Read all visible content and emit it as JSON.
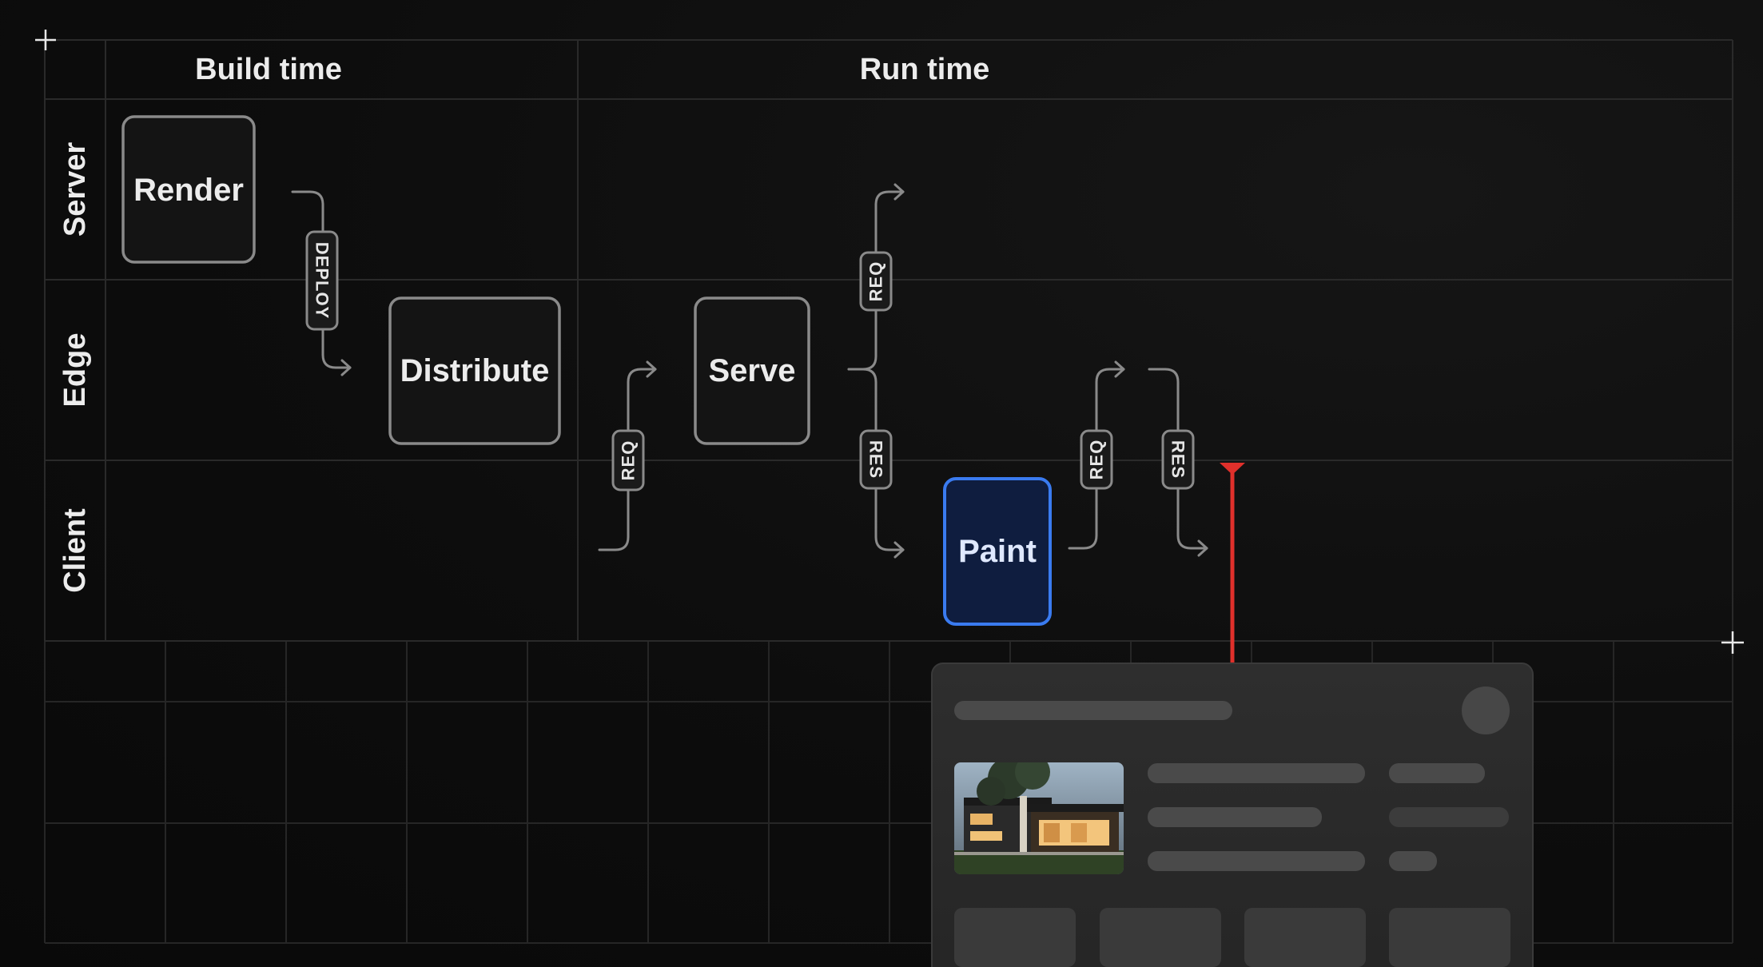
{
  "columns": {
    "build_time": "Build time",
    "run_time": "Run time"
  },
  "rows": {
    "server": "Server",
    "edge": "Edge",
    "client": "Client"
  },
  "nodes": {
    "render": "Render",
    "distribute": "Distribute",
    "serve": "Serve",
    "paint": "Paint"
  },
  "tags": {
    "deploy": "DEPLOY",
    "req_1": "REQ",
    "req_2": "REQ",
    "res_1": "RES",
    "req_3": "REQ",
    "res_2": "RES"
  },
  "colors": {
    "background": "#0d0d0d",
    "node_border": "#8a8a8a",
    "paint_border": "#3a7bf0",
    "paint_fill": "#0f1d3f",
    "paint_text": "#dfe8ff",
    "marker": "#e0302b",
    "card": "#2b2b2b"
  },
  "icons": {
    "corner_top_left": "crosshair-icon",
    "corner_right": "crosshair-icon"
  },
  "preview": {
    "image_subject": "modern-house-photo"
  }
}
